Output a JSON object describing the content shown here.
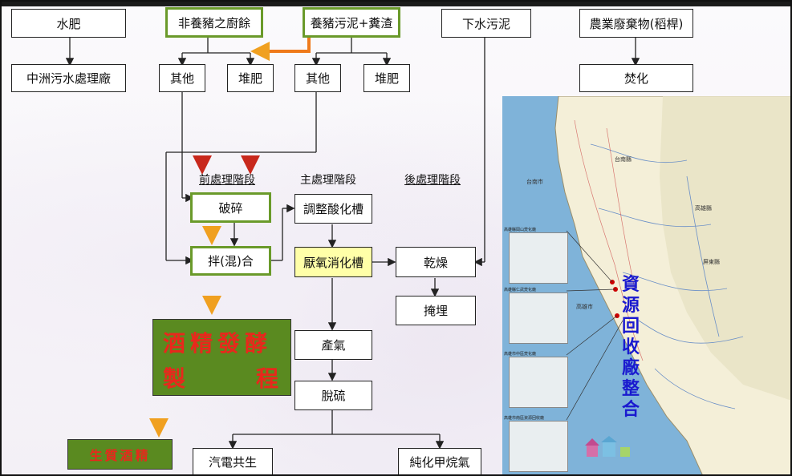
{
  "sources": {
    "water_fertilizer": "水肥",
    "non_pig_kitchen": "非養豬之廚餘",
    "pig_sludge": "養豬污泥+糞渣",
    "sewage_sludge": "下水污泥",
    "agri_waste": "農業廢棄物(稻桿)"
  },
  "second_row": {
    "zhongzhou": "中洲污水處理廠",
    "other_1": "其他",
    "compost_1": "堆肥",
    "other_2": "其他",
    "compost_2": "堆肥",
    "incineration": "焚化"
  },
  "stages": {
    "pre": "前處理階段",
    "main": "主處理階段",
    "post": "後處理階段"
  },
  "process": {
    "crush": "破碎",
    "mix": "拌(混)合",
    "acidify": "調整酸化槽",
    "anaerobic": "厭氧消化槽",
    "dry": "乾燥",
    "landfill": "掩埋",
    "biogas": "產氣",
    "desulfur": "脫硫",
    "cogen": "汽電共生",
    "methane": "純化甲烷氣"
  },
  "ethanol": {
    "line1_left": "酒精發酵",
    "line2_left": "製",
    "line2_right": "程",
    "product": "生質酒精"
  },
  "map": {
    "title_chars": [
      "資",
      "源",
      "回",
      "收",
      "廠",
      "整",
      "合"
    ],
    "cities": [
      "台南市",
      "高雄縣",
      "高雄市",
      "屏東縣",
      "台南縣"
    ],
    "inset_labels": [
      "高雄縣岡山焚化廠",
      "高雄縣仁武焚化廠",
      "高雄市中區焚化廠",
      "高雄市南區資源回收廠"
    ]
  },
  "colors": {
    "green_border": "#6a9a2a",
    "yellow_fill": "#ffffa8",
    "ethanol_fill": "#5a8a20",
    "ethanol_text": "#e8281c",
    "map_title": "#1a1acf",
    "arrow_red": "#c8281c",
    "arrow_orange": "#f0a020"
  }
}
